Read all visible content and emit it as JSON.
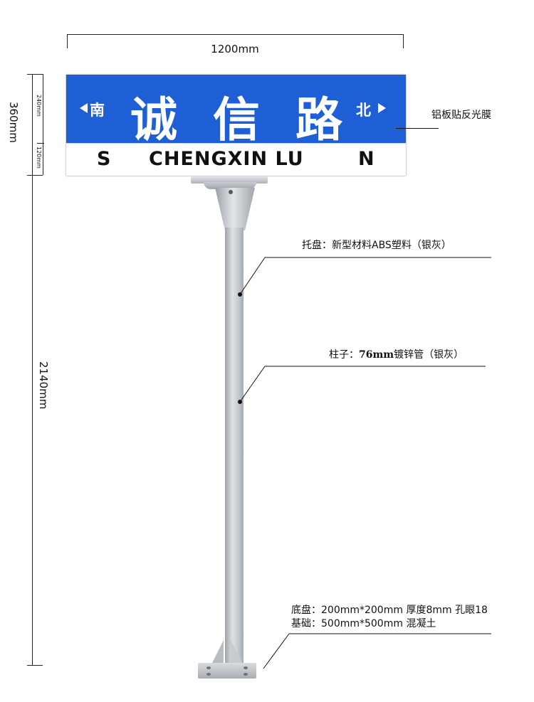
{
  "dimensions": {
    "width_label": "1200mm",
    "sign_height_label": "360mm",
    "blue_height_label": "240mm",
    "white_height_label": "120mm",
    "pole_height_label": "2140mm"
  },
  "sign": {
    "left_direction": "南",
    "right_direction": "北",
    "chinese_name_chars": [
      "诚",
      "信",
      "路"
    ],
    "english_south": "S",
    "english_name": "CHENGXIN LU",
    "english_north": "N",
    "blue_color": "#1f5fd6"
  },
  "callouts": {
    "panel_material": "铝板贴反光膜",
    "tray": "托盘：新型材料ABS塑料（银灰）",
    "column_prefix": "柱子：",
    "column_size": "76mm",
    "column_suffix": "镀锌管（银灰）",
    "base_plate": "底盘：200mm*200mm 厚度8mm 孔眼18",
    "foundation": "基础：500mm*500mm 混凝土"
  }
}
